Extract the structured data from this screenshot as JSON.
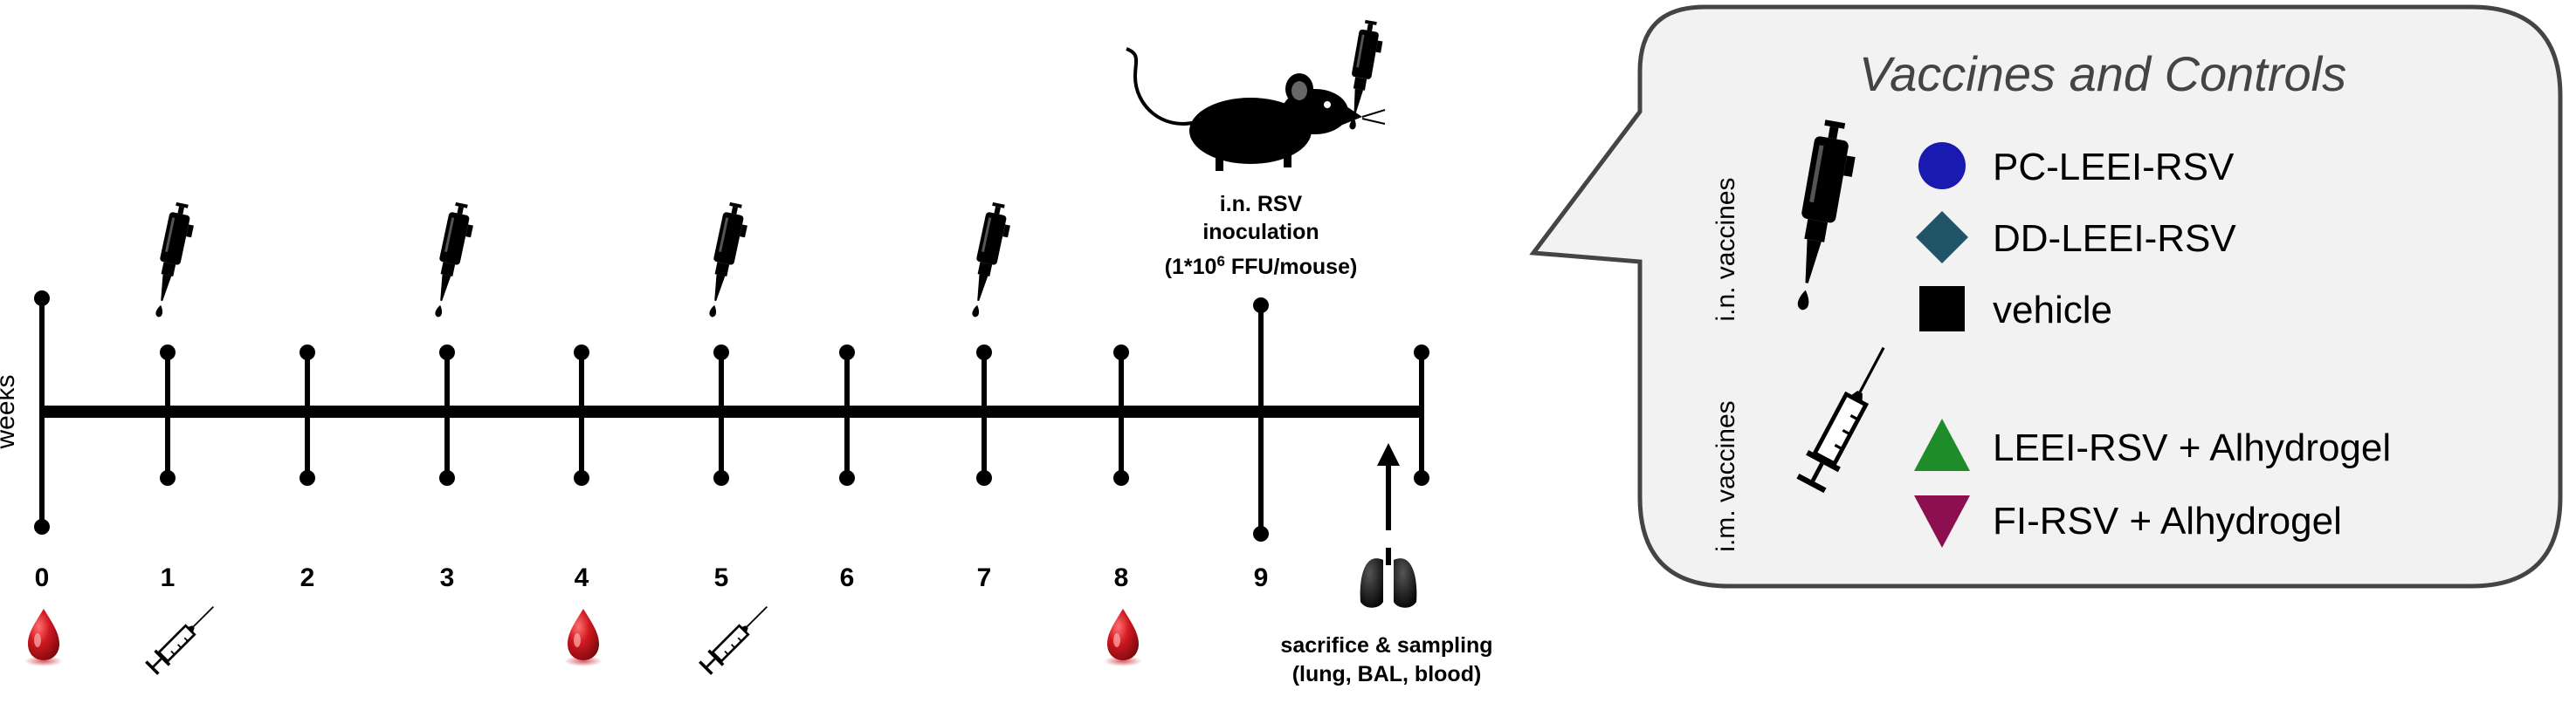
{
  "timeline": {
    "axis_label": "weeks",
    "weeks": [
      {
        "label": "0",
        "tick": "long"
      },
      {
        "label": "1",
        "tick": "short"
      },
      {
        "label": "2",
        "tick": "short"
      },
      {
        "label": "3",
        "tick": "short"
      },
      {
        "label": "4",
        "tick": "short"
      },
      {
        "label": "5",
        "tick": "short"
      },
      {
        "label": "6",
        "tick": "short"
      },
      {
        "label": "7",
        "tick": "short"
      },
      {
        "label": "8",
        "tick": "short"
      },
      {
        "label": "9",
        "tick": "challenge"
      },
      {
        "label": "",
        "tick": "short"
      }
    ],
    "in_vaccination_weeks": [
      "1",
      "3",
      "5",
      "7"
    ],
    "im_vaccination_weeks": [
      "1",
      "5"
    ],
    "blood_sampling_weeks": [
      "0",
      "4",
      "8"
    ],
    "challenge": {
      "lines": [
        "i.n. RSV",
        "inoculation"
      ],
      "dose_prefix": "(1*10",
      "dose_exponent": "6",
      "dose_suffix": " FFU/mouse)"
    },
    "sacrifice": {
      "lines": [
        "sacrifice & sampling",
        "(lung, BAL, blood)"
      ]
    }
  },
  "legend": {
    "title": "Vaccines and Controls",
    "groups": [
      {
        "name": "i.n. vaccines",
        "icon": "pipette-icon",
        "items": [
          {
            "label": "PC-LEEI-RSV",
            "shape": "circle",
            "color": "#1a1ab0"
          },
          {
            "label": "DD-LEEI-RSV",
            "shape": "diamond",
            "color": "#1f5566"
          },
          {
            "label": "vehicle",
            "shape": "square",
            "color": "#000000"
          }
        ]
      },
      {
        "name": "i.m. vaccines",
        "icon": "syringe-icon",
        "items": [
          {
            "label": "LEEI-RSV + Alhydrogel",
            "shape": "triangle-up",
            "color": "#1e8c28"
          },
          {
            "label": "FI-RSV + Alhydrogel",
            "shape": "triangle-down",
            "color": "#8c1050"
          }
        ]
      }
    ]
  },
  "colors": {
    "blood": "#c0141c",
    "panel_fill": "#f2f2f2",
    "panel_stroke": "#444444"
  }
}
